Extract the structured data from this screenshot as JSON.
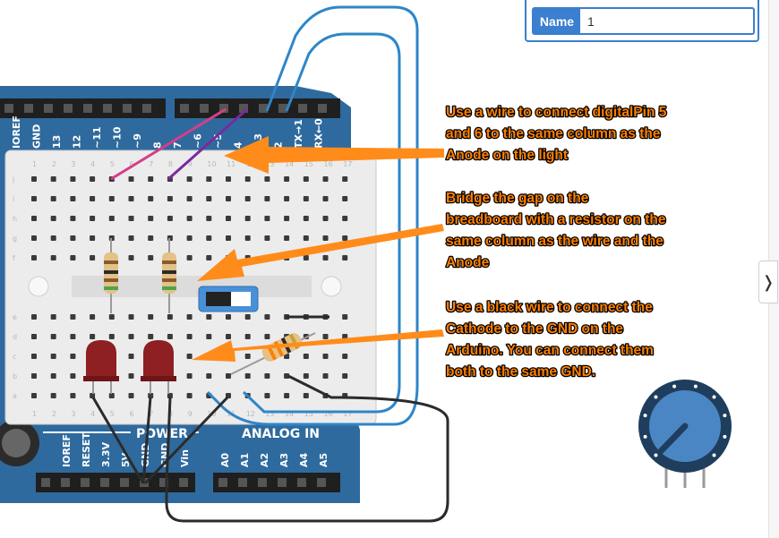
{
  "properties": {
    "name_label": "Name",
    "name_value": "1"
  },
  "side_panel": {
    "toggle_glyph": "❭",
    "toggle_icon": "chevron-right-icon"
  },
  "arduino": {
    "top_pin_labels": [
      "IOREF",
      "GND",
      "13",
      "12",
      "~11",
      "~10",
      "~9",
      "8",
      "7",
      "~6",
      "~5",
      "4",
      "~3",
      "2",
      "TX→1",
      "RX←0"
    ],
    "power_label": "POWER",
    "analog_label": "ANALOG IN",
    "power_pins": [
      "IOREF",
      "RESET",
      "3.3V",
      "5V",
      "GND",
      "GND",
      "Vin"
    ],
    "analog_pins": [
      "A0",
      "A1",
      "A2",
      "A3",
      "A4",
      "A5"
    ],
    "board_color": "#2f6a9e"
  },
  "breadboard": {
    "col_numbers": [
      "1",
      "2",
      "3",
      "4",
      "5",
      "6",
      "7",
      "8",
      "9",
      "10",
      "11",
      "12",
      "13",
      "14",
      "15",
      "16",
      "17"
    ],
    "row_letters_top": [
      "j",
      "i",
      "h",
      "g",
      "f"
    ],
    "row_letters_bottom": [
      "e",
      "d",
      "c",
      "b",
      "a"
    ]
  },
  "annotations": {
    "note1": [
      "Use a wire to connect digitalPin 5",
      "and 6 to the same column as the",
      "Anode on the light"
    ],
    "note2": [
      "Bridge the gap on the",
      "breadboard with a resistor on the",
      "same column as the wire and the",
      "Anode"
    ],
    "note3": [
      "Use a black wire to connect the",
      "Cathode to the GND on the",
      "Arduino. You can connect them",
      "both to the same GND."
    ],
    "text_color": "#ff7f00",
    "arrow_color": "#ff8c1a"
  }
}
